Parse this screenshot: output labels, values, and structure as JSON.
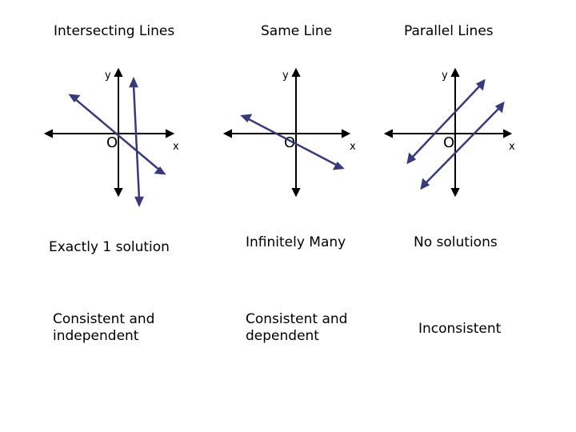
{
  "colors": {
    "axis": "#000000",
    "line": "#3a3a7a",
    "text": "#000000"
  },
  "panels": [
    {
      "title": "Intersecting Lines",
      "x_label": "x",
      "y_label": "y",
      "origin_label": "O",
      "solution": "Exactly 1 solution",
      "classification": "Consistent and\nindependent"
    },
    {
      "title": "Same Line",
      "x_label": "x",
      "y_label": "y",
      "origin_label": "O",
      "solution": "Infinitely Many",
      "classification": "Consistent and\ndependent"
    },
    {
      "title": "Parallel Lines",
      "x_label": "x",
      "y_label": "y",
      "origin_label": "O",
      "solution": "No solutions",
      "classification": "Inconsistent"
    }
  ]
}
